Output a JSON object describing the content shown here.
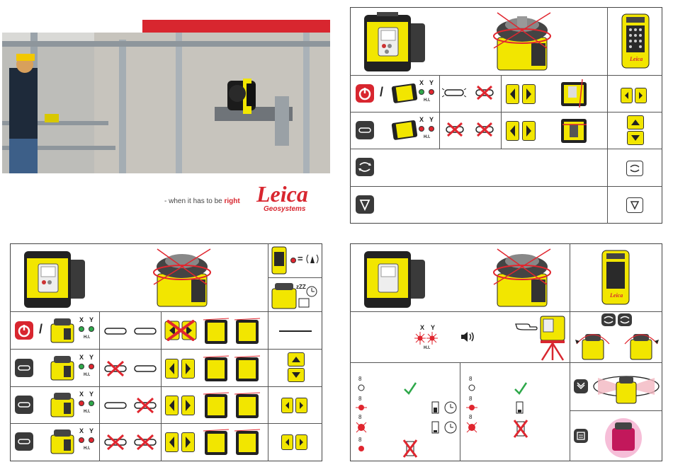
{
  "brand": {
    "tagline_prefix": "- when it has to be ",
    "tagline_emphasis": "right",
    "logo_wordmark": "Leica",
    "logo_subtitle": "Geosystems"
  },
  "indicators": {
    "x_label": "X",
    "y_label": "Y",
    "hi_label": "H.I."
  },
  "icons": {
    "power": "power-icon",
    "level": "level-icon",
    "rotate": "rotate-icon",
    "tilt": "tilt-icon",
    "speaker": "speaker-icon",
    "timer": "clock-icon",
    "battery": "battery-icon",
    "check": "check-icon",
    "cross": "cross-icon"
  },
  "colors": {
    "accent_red": "#d8262f",
    "yellow": "#f2e600",
    "led_green": "#2ea84a",
    "led_red": "#e0262f",
    "dark": "#333333"
  },
  "cards": [
    {
      "name": "photo-card"
    },
    {
      "name": "controls-card-top-right"
    },
    {
      "name": "controls-card-bottom-left"
    },
    {
      "name": "status-card-bottom-right"
    }
  ]
}
